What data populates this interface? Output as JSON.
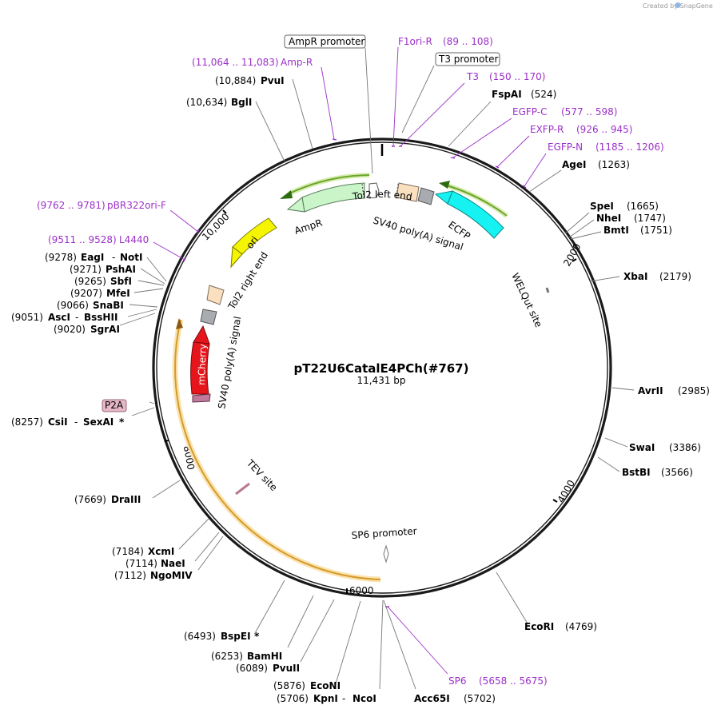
{
  "credit": "Created by SnapGene",
  "plasmid": {
    "name": "pT22U6CatalE4PCh(#767)",
    "size": "11,431 bp"
  },
  "ticks": [
    "2000",
    "4000",
    "6000",
    "8000",
    "10,000"
  ],
  "boxed_labels": {
    "ampr_promoter": "AmpR promoter",
    "t3_promoter": "T3 promoter",
    "p2a": "P2A"
  },
  "features": {
    "tol2_left": "Tol2 left end",
    "sv40_a": "SV40 poly(A) signal",
    "ecfp": "ECFP",
    "ampr": "AmpR",
    "ori": "ori",
    "tol2_right": "Tol2 right end",
    "sv40_b": "SV40 poly(A) signal",
    "mcherry": "mCherry",
    "welqut": "WELQut site",
    "tev": "TEV site",
    "sp6_promoter": "SP6 promoter"
  },
  "primers": {
    "f1ori_r": {
      "name": "F1ori-R",
      "range": "(89 .. 108)"
    },
    "t3": {
      "name": "T3",
      "range": "(150 .. 170)"
    },
    "egfp_c": {
      "name": "EGFP-C",
      "range": "(577 .. 598)"
    },
    "exfp_r": {
      "name": "EXFP-R",
      "range": "(926 .. 945)"
    },
    "egfp_n": {
      "name": "EGFP-N",
      "range": "(1185 .. 1206)"
    },
    "amp_r": {
      "name": "Amp-R",
      "range": "(11,064 .. 11,083)"
    },
    "pbr322": {
      "name": "pBR322ori-F",
      "range": "(9762 .. 9781)"
    },
    "l4440": {
      "name": "L4440",
      "range": "(9511 .. 9528)"
    },
    "sp6": {
      "name": "SP6",
      "range": "(5658 .. 5675)"
    }
  },
  "sites": {
    "fspai": {
      "name": "FspAI",
      "pos": "(524)"
    },
    "agei": {
      "name": "AgeI",
      "pos": "(1263)"
    },
    "spei": {
      "name": "SpeI",
      "pos": "(1665)"
    },
    "nhei": {
      "name": "NheI",
      "pos": "(1747)"
    },
    "bmti": {
      "name": "BmtI",
      "pos": "(1751)"
    },
    "xbai": {
      "name": "XbaI",
      "pos": "(2179)"
    },
    "avrii": {
      "name": "AvrII",
      "pos": "(2985)"
    },
    "swai": {
      "name": "SwaI",
      "pos": "(3386)"
    },
    "bstbi": {
      "name": "BstBI",
      "pos": "(3566)"
    },
    "ecori": {
      "name": "EcoRI",
      "pos": "(4769)"
    },
    "acc65i": {
      "name": "Acc65I",
      "pos": "(5702)"
    },
    "kpni": {
      "name": "KpnI",
      "pos": "(5706)"
    },
    "ncoi": {
      "name": "NcoI"
    },
    "econi": {
      "name": "EcoNI",
      "pos": "(5876)"
    },
    "pvuii": {
      "name": "PvuII",
      "pos": "(6089)"
    },
    "bamhi": {
      "name": "BamHI",
      "pos": "(6253)"
    },
    "bspei": {
      "name": "BspEI",
      "pos": "(6493)",
      "star": "*"
    },
    "ngomiv": {
      "name": "NgoMIV",
      "pos": "(7112)"
    },
    "naei": {
      "name": "NaeI",
      "pos": "(7114)"
    },
    "xcmi": {
      "name": "XcmI",
      "pos": "(7184)"
    },
    "draiii": {
      "name": "DraIII",
      "pos": "(7669)"
    },
    "csii": {
      "name": "CsiI",
      "pos": "(8257)"
    },
    "sexai": {
      "name": "SexAI",
      "star": "*"
    },
    "sgrai": {
      "name": "SgrAI",
      "pos": "(9020)"
    },
    "asci": {
      "name": "AscI",
      "pos": "(9051)"
    },
    "bsshii": {
      "name": "BssHII"
    },
    "snabi": {
      "name": "SnaBI",
      "pos": "(9066)"
    },
    "mfei": {
      "name": "MfeI",
      "pos": "(9207)"
    },
    "sbfi": {
      "name": "SbfI",
      "pos": "(9265)"
    },
    "pshai": {
      "name": "PshAI",
      "pos": "(9271)"
    },
    "eagi": {
      "name": "EagI",
      "pos": "(9278)"
    },
    "noti": {
      "name": "NotI"
    },
    "bgli": {
      "name": "BglI",
      "pos": "(10,634)"
    },
    "pvui": {
      "name": "PvuI",
      "pos": "(10,884)"
    }
  },
  "colors": {
    "backbone": "#1a1a1a",
    "primer": "#9b30c8",
    "ecfp": "#16f2f2",
    "ampr": "#c9f5c9",
    "ori": "#f5f500",
    "mcherry": "#e5151b",
    "orf_arc": "#f7c97a",
    "green_arc": "#6ba62a",
    "tol2": "#fbe0c0",
    "polya": "#a8acb0",
    "p2a": "#e6b7c6"
  }
}
